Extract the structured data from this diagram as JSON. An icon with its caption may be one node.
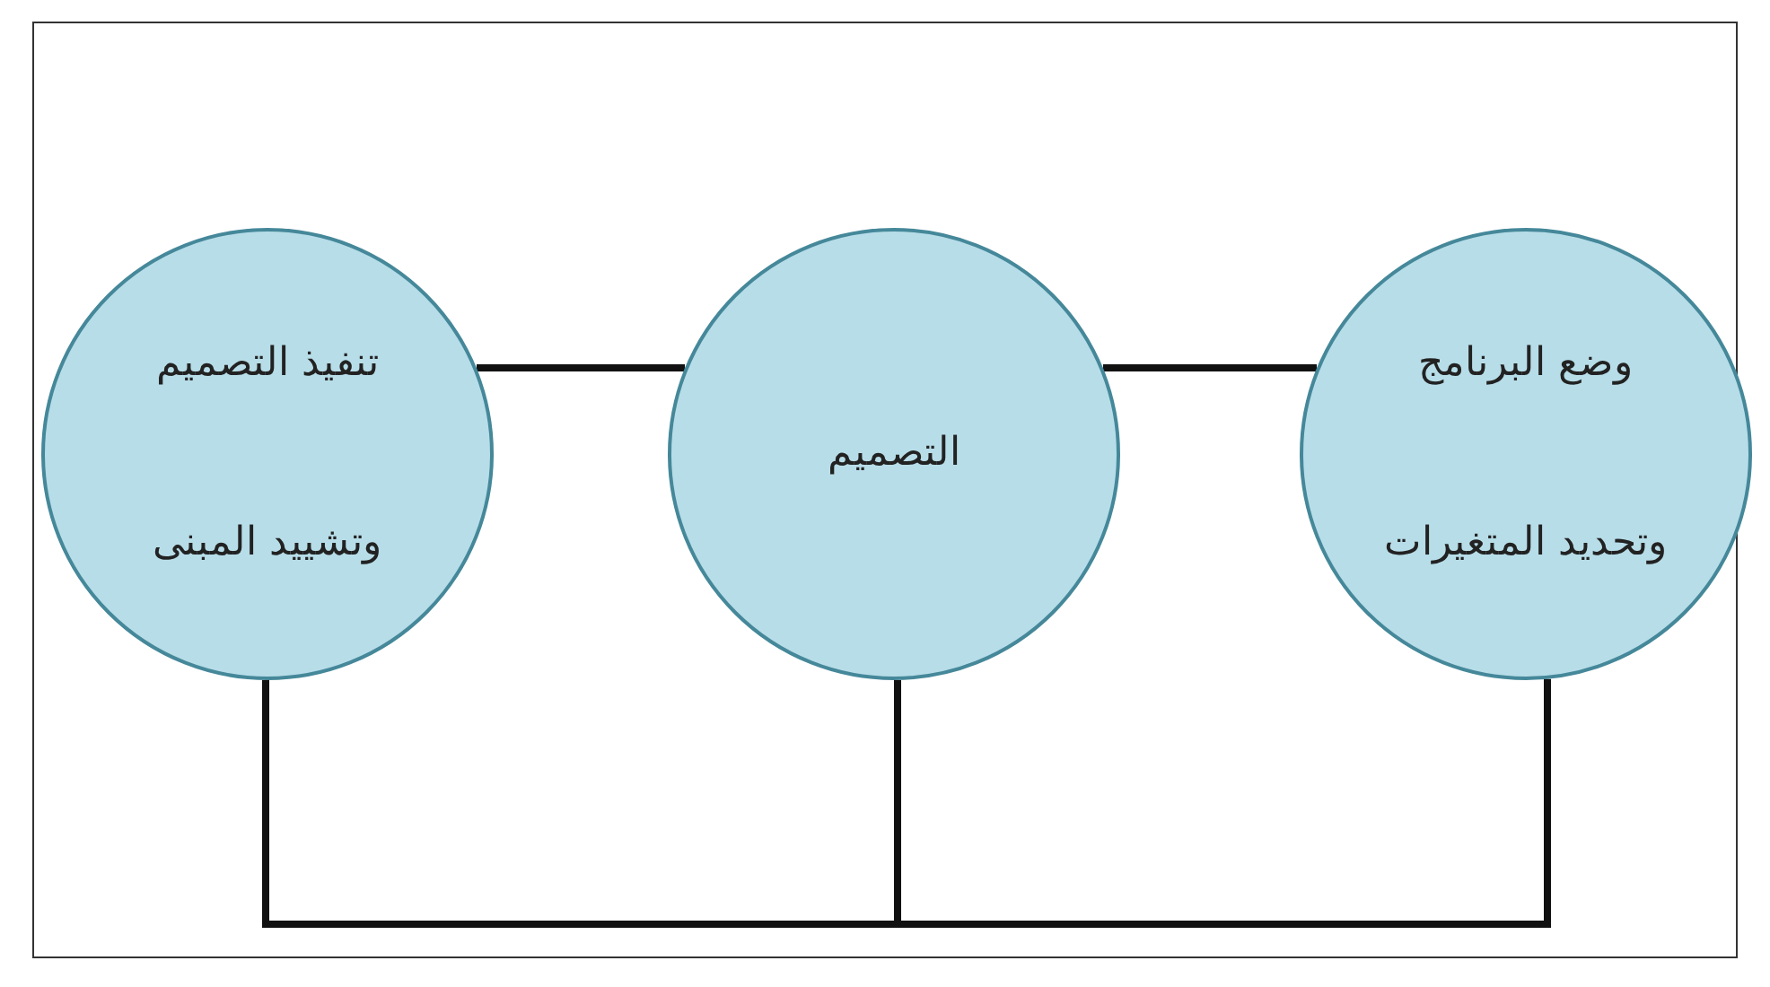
{
  "diagram": {
    "nodes": [
      {
        "text": [
          "وضع البرنامج وتحديد المتغيرات"
        ]
      },
      {
        "text": [
          "التصميم"
        ]
      },
      {
        "text": [
          "تنفيذ التصميم وتشييد المبنى"
        ]
      }
    ],
    "edges": [
      {
        "from": 0,
        "to": 1,
        "arrow": "none"
      },
      {
        "from": 1,
        "to": 2,
        "arrow": "none"
      },
      {
        "from": 2,
        "to": 1,
        "arrow": "none"
      },
      {
        "from": 1,
        "to": 0,
        "arrow": "none"
      }
    ]
  }
}
